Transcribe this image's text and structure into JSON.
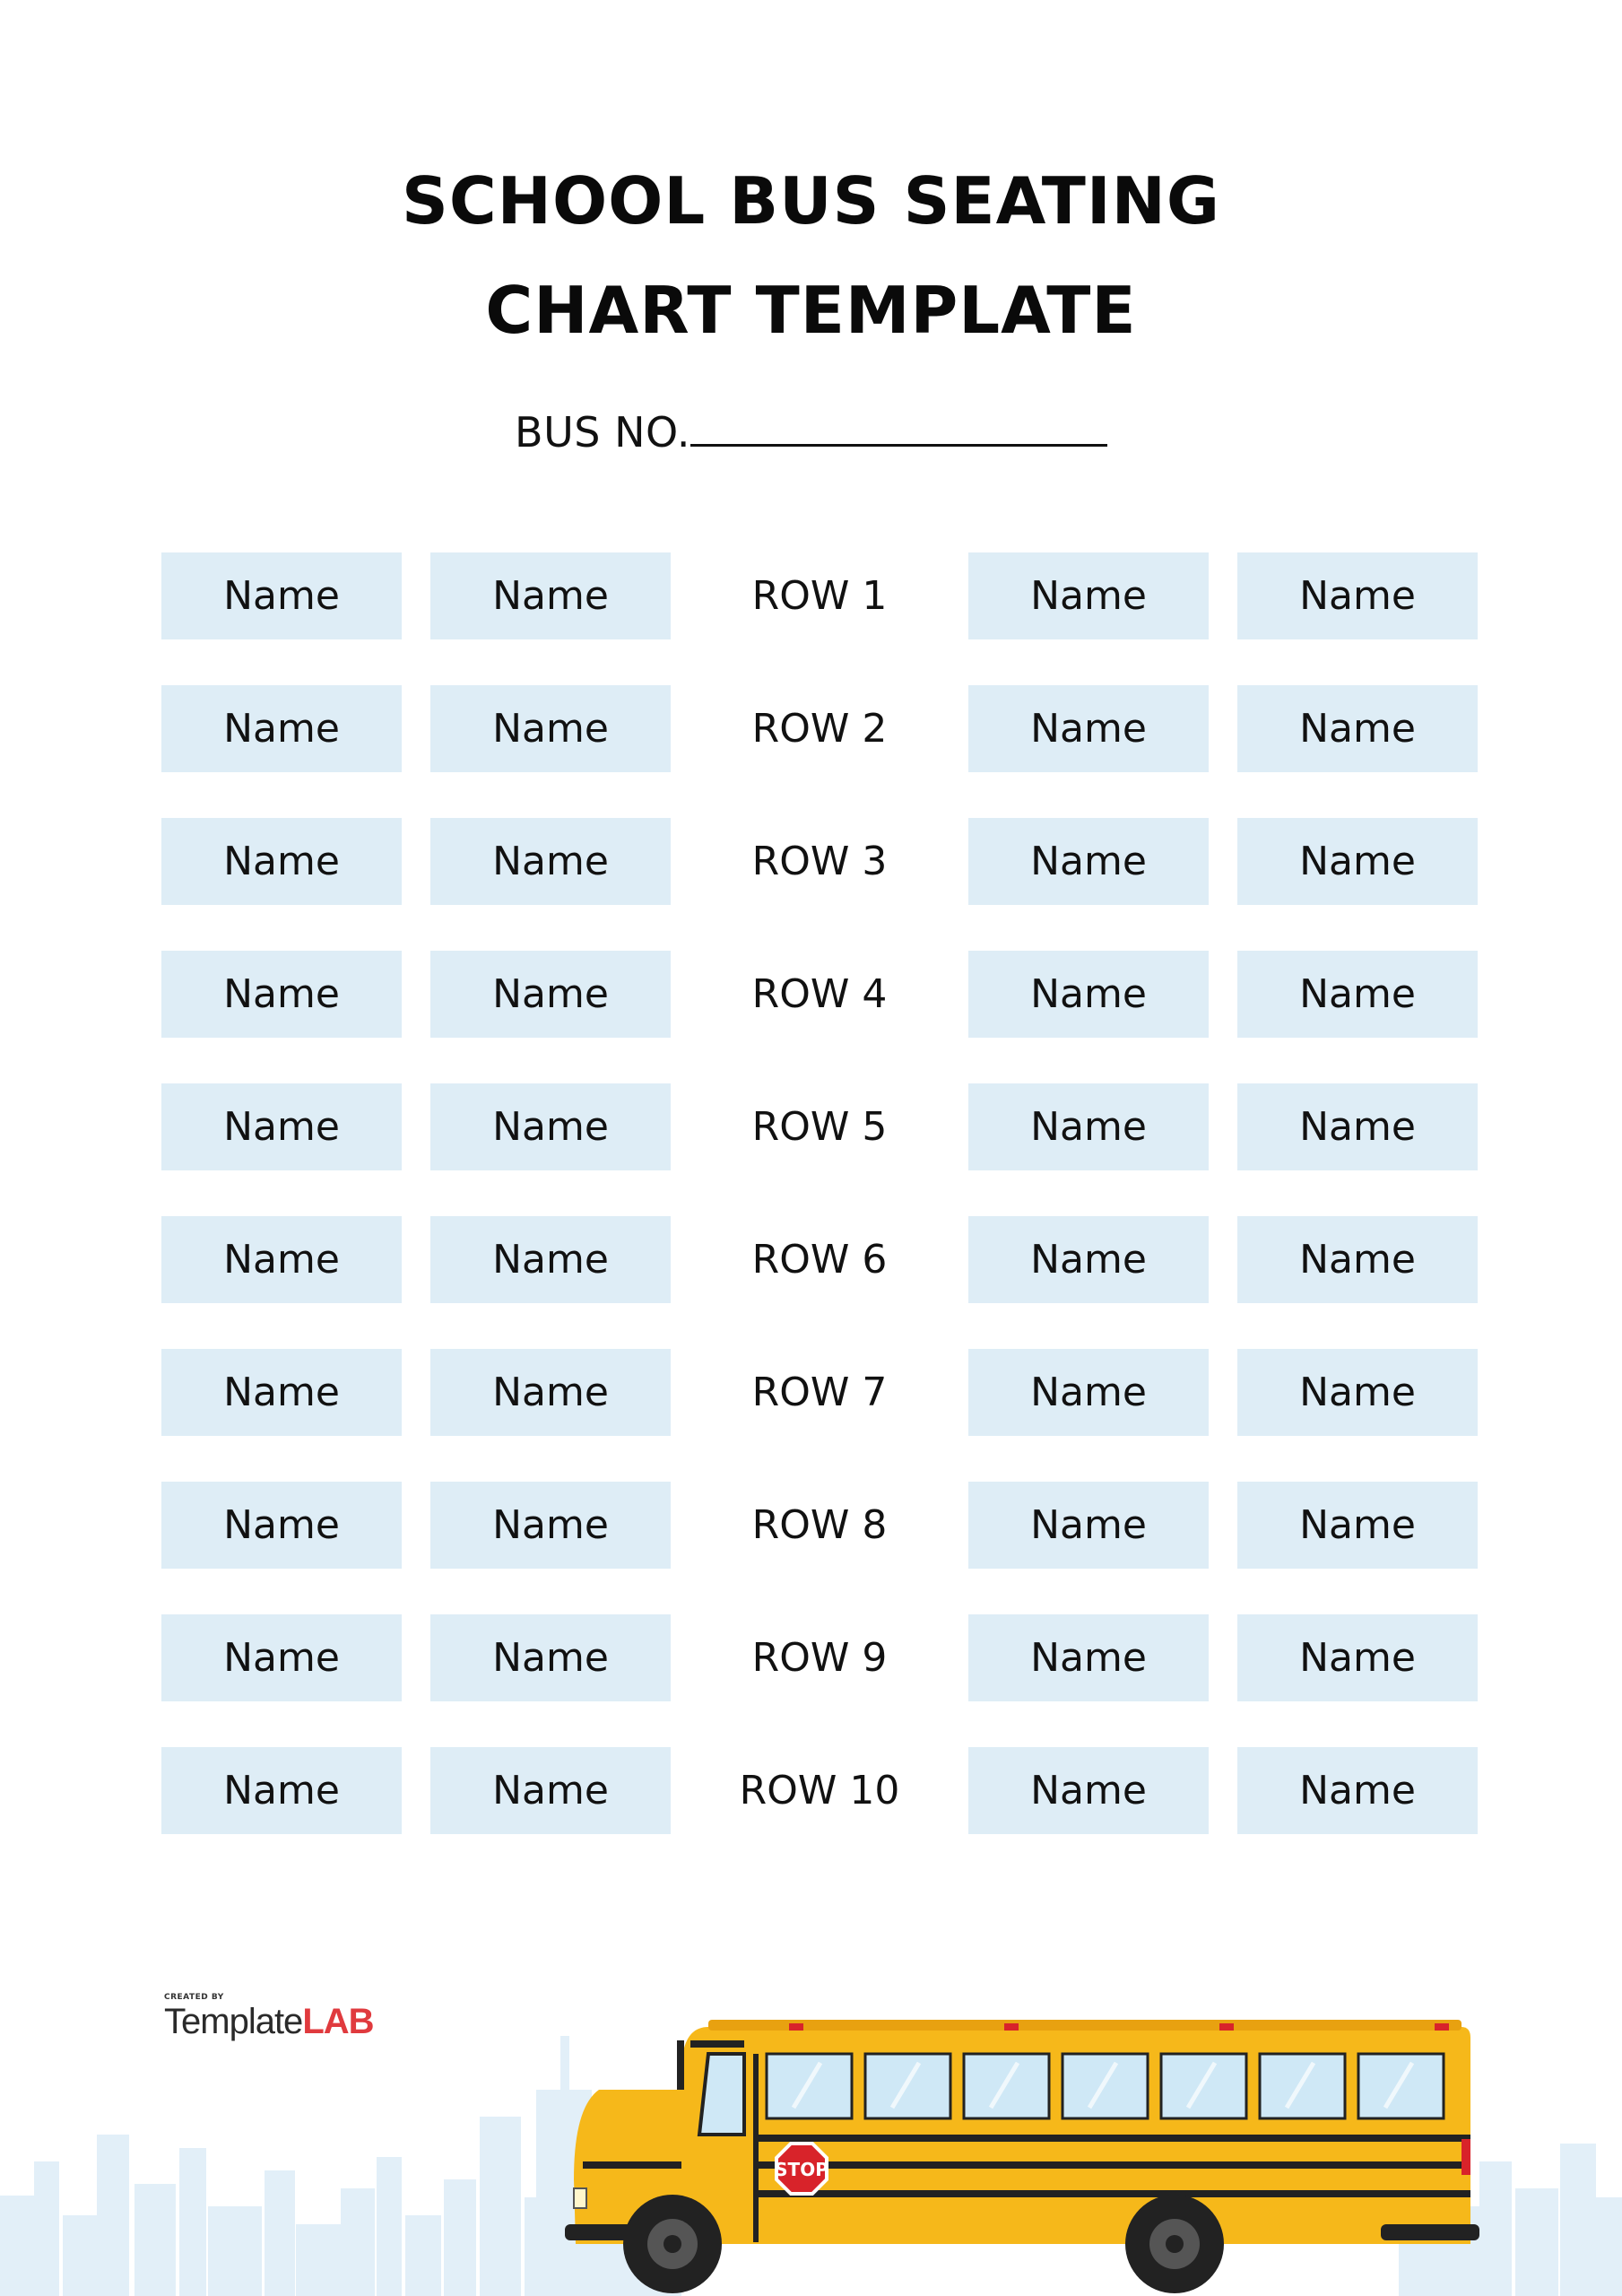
{
  "header": {
    "title_line1": "SCHOOL BUS SEATING",
    "title_line2": "CHART TEMPLATE",
    "bus_no_label": "BUS NO."
  },
  "seating": {
    "seat_label": "Name",
    "rows": [
      {
        "label": "ROW 1",
        "seats": [
          "Name",
          "Name",
          "Name",
          "Name"
        ]
      },
      {
        "label": "ROW 2",
        "seats": [
          "Name",
          "Name",
          "Name",
          "Name"
        ]
      },
      {
        "label": "ROW 3",
        "seats": [
          "Name",
          "Name",
          "Name",
          "Name"
        ]
      },
      {
        "label": "ROW 4",
        "seats": [
          "Name",
          "Name",
          "Name",
          "Name"
        ]
      },
      {
        "label": "ROW 5",
        "seats": [
          "Name",
          "Name",
          "Name",
          "Name"
        ]
      },
      {
        "label": "ROW 6",
        "seats": [
          "Name",
          "Name",
          "Name",
          "Name"
        ]
      },
      {
        "label": "ROW 7",
        "seats": [
          "Name",
          "Name",
          "Name",
          "Name"
        ]
      },
      {
        "label": "ROW 8",
        "seats": [
          "Name",
          "Name",
          "Name",
          "Name"
        ]
      },
      {
        "label": "ROW 9",
        "seats": [
          "Name",
          "Name",
          "Name",
          "Name"
        ]
      },
      {
        "label": "ROW 10",
        "seats": [
          "Name",
          "Name",
          "Name",
          "Name"
        ]
      }
    ]
  },
  "footer": {
    "logo_created_by": "CREATED BY",
    "logo_template": "Template",
    "logo_lab": "LAB",
    "stop_sign": "STOP"
  },
  "colors": {
    "seat_bg": "#deedf6",
    "bus_yellow": "#f6b81a",
    "skyline": "#e2eff8",
    "stop_red": "#d8232a",
    "logo_red": "#e03a3e"
  }
}
